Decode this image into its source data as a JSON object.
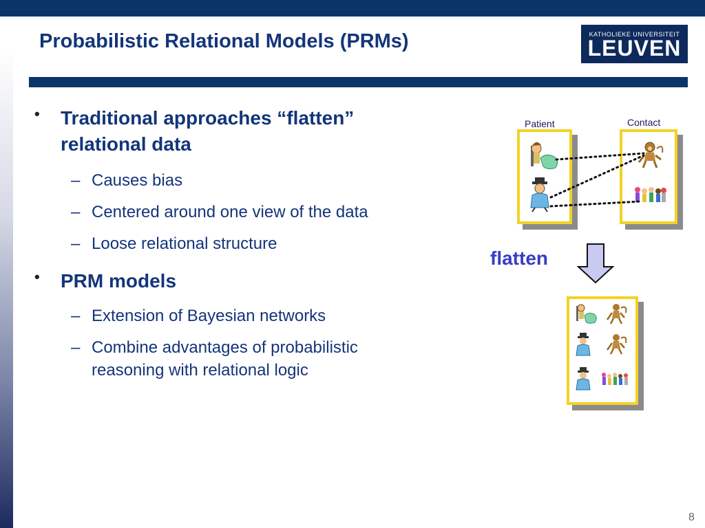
{
  "slide": {
    "title": "Probabilistic Relational Models (PRMs)",
    "logo": {
      "top_line": "KATHOLIEKE UNIVERSITEIT",
      "main": "LEUVEN"
    },
    "bullets": [
      {
        "text": "Traditional approaches “flatten” relational data",
        "line1": "Traditional approaches “flatten”",
        "line2": "relational data",
        "subs": [
          "Causes bias",
          "Centered around one view of the data",
          "Loose relational structure"
        ]
      },
      {
        "text": "PRM models",
        "subs": [
          "Extension of Bayesian networks",
          "Combine advantages of probabilistic reasoning with relational logic"
        ],
        "sub2_line1": "Combine advantages of probabilistic",
        "sub2_line2": "reasoning with relational logic"
      }
    ],
    "bullet_marker": "•",
    "sub_marker": "–",
    "page_number": "8"
  },
  "diagram": {
    "patient_label": "Patient",
    "contact_label": "Contact",
    "flatten_label": "flatten",
    "icons": {
      "patient_1": "doctor-patient-icon",
      "patient_2": "hat-man-icon",
      "contact_1": "monkey-icon",
      "contact_2": "crowd-icon"
    },
    "flattened_rows": [
      [
        "doctor-patient-icon",
        "monkey-icon"
      ],
      [
        "hat-man-icon",
        "monkey-icon"
      ],
      [
        "hat-man-icon",
        "crowd-icon"
      ]
    ]
  },
  "colors": {
    "navy": "#0b3568",
    "title": "#13357a",
    "box_border": "#f3d225",
    "flatten_text": "#3a3cc4",
    "arrow_fill": "#c9c9f2"
  }
}
